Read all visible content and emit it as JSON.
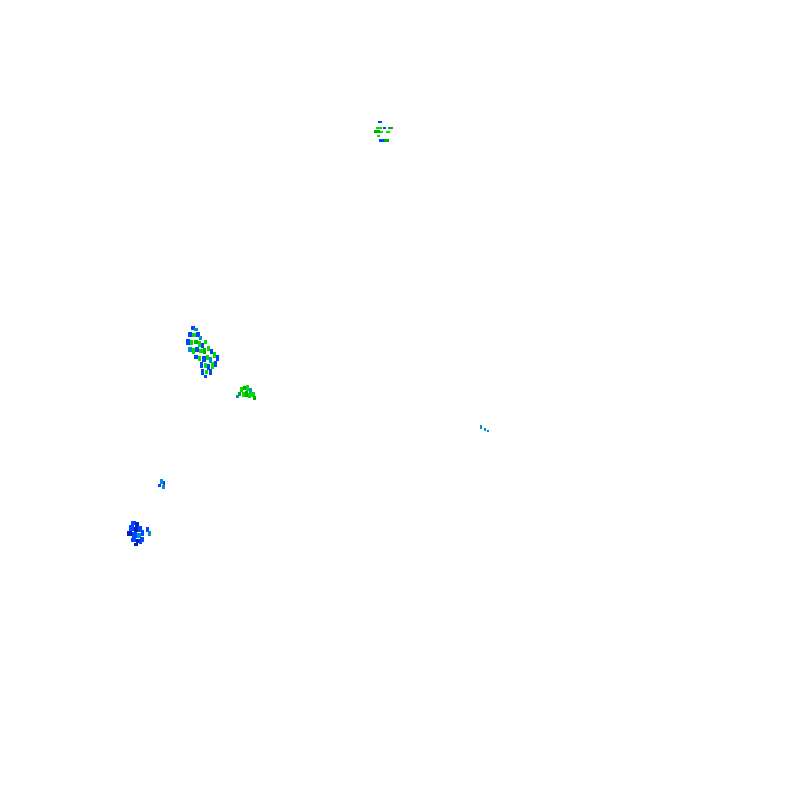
{
  "overlay": {
    "background": "#ffffff",
    "palette": {
      "light": "#00e000",
      "moderate": "#00b000",
      "heavy": "#0046ff",
      "mid": "#0090d0",
      "dark": "#0020c0"
    },
    "echo_clusters": [
      {
        "name": "echo-cluster-north",
        "levels": [
          "light",
          "moderate",
          "heavy"
        ]
      },
      {
        "name": "echo-cluster-west-large",
        "levels": [
          "light",
          "moderate",
          "heavy",
          "mid"
        ]
      },
      {
        "name": "echo-cluster-west-small",
        "levels": [
          "light",
          "moderate",
          "mid"
        ]
      },
      {
        "name": "echo-cluster-center-east",
        "levels": [
          "mid"
        ]
      },
      {
        "name": "echo-cluster-southwest-small",
        "levels": [
          "mid",
          "heavy"
        ]
      },
      {
        "name": "echo-cluster-southwest-large",
        "levels": [
          "heavy",
          "dark",
          "mid"
        ]
      }
    ]
  }
}
